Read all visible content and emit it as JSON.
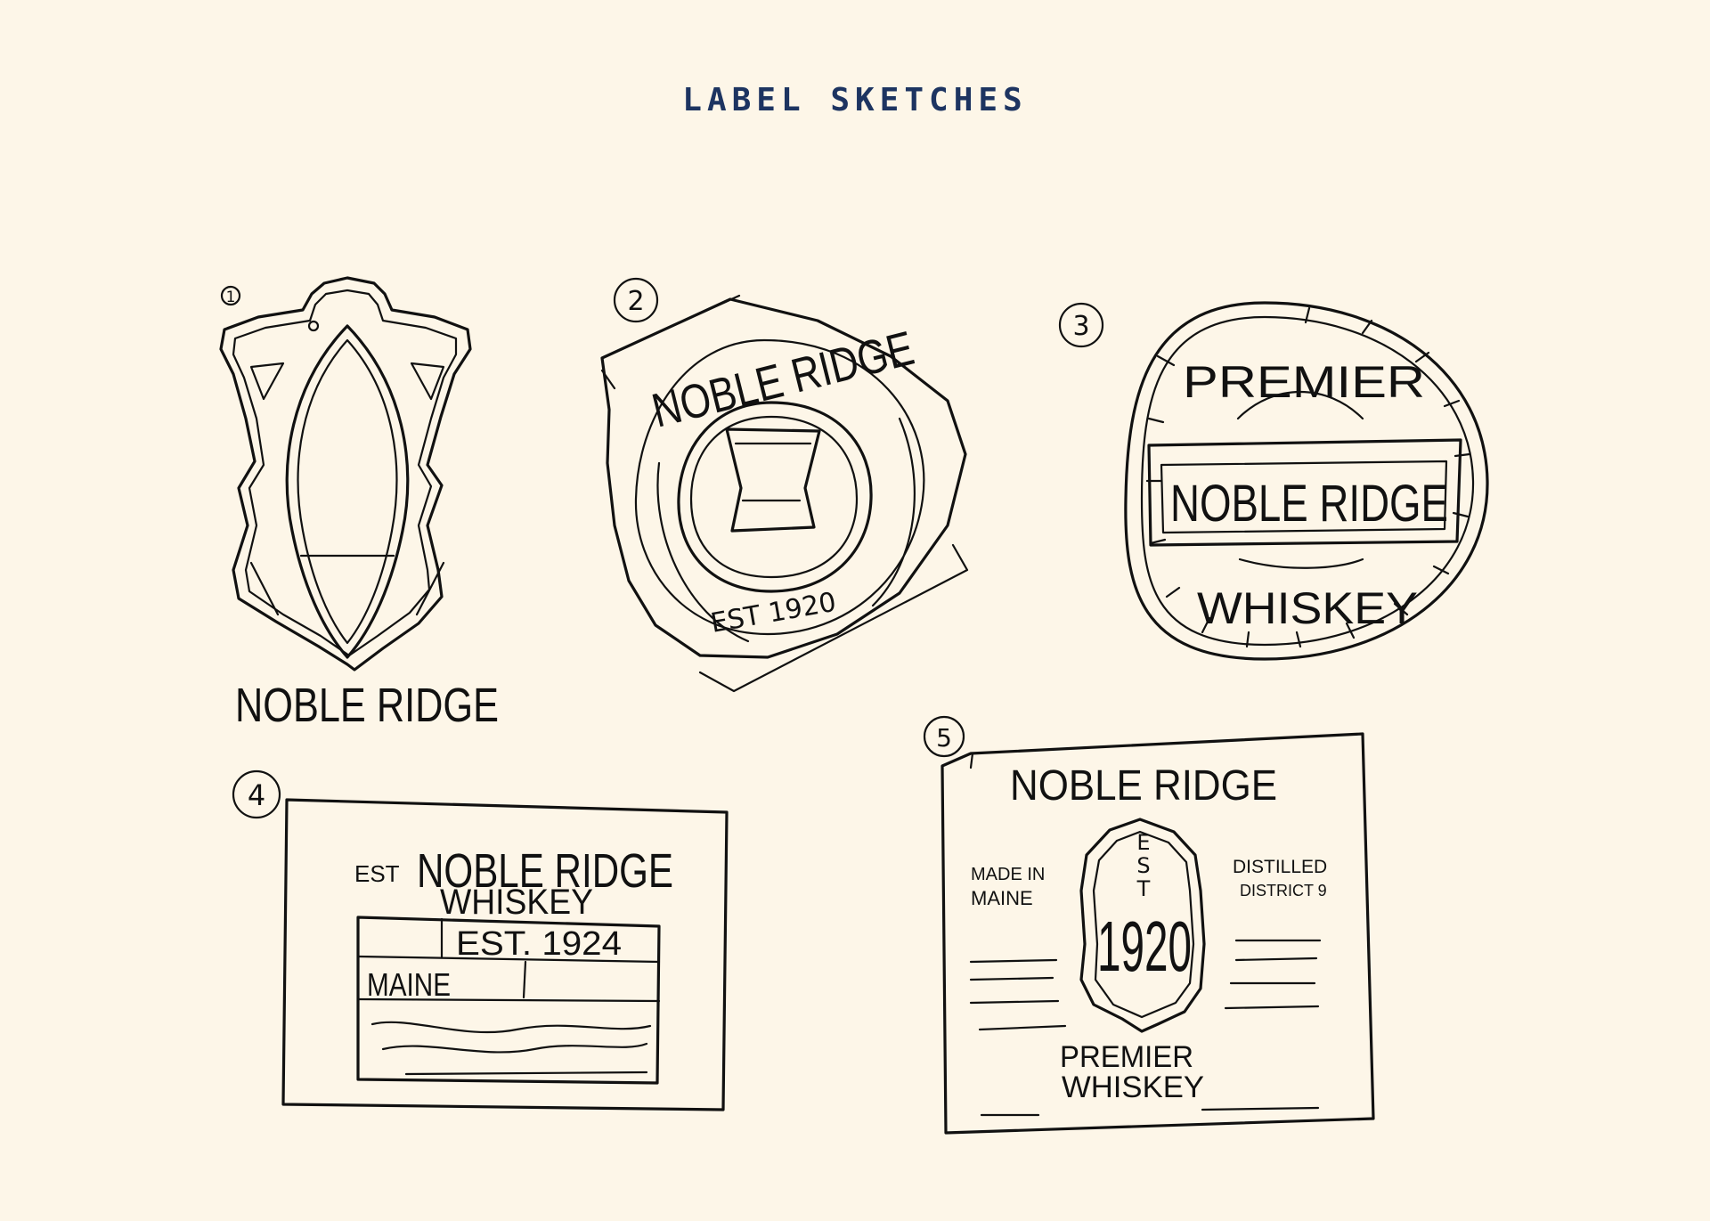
{
  "header": {
    "title": "LABEL SKETCHES"
  },
  "sketches": [
    {
      "number": "1",
      "lines": [
        "NOBLE RIDGE"
      ]
    },
    {
      "number": "2",
      "lines": [
        "NOBLE RIDGE",
        "EST 1920"
      ]
    },
    {
      "number": "3",
      "lines": [
        "PREMIER",
        "NOBLE RIDGE",
        "WHISKEY"
      ]
    },
    {
      "number": "4",
      "lines": [
        "EST",
        "NOBLE RIDGE",
        "WHISKEY",
        "EST. 1924",
        "MAINE"
      ]
    },
    {
      "number": "5",
      "lines": [
        "NOBLE RIDGE",
        "MADE IN",
        "MAINE",
        "DISTILLED",
        "DISTRICT 9",
        "E",
        "S",
        "T",
        "1920",
        "PREMIER",
        "WHISKEY"
      ]
    }
  ]
}
